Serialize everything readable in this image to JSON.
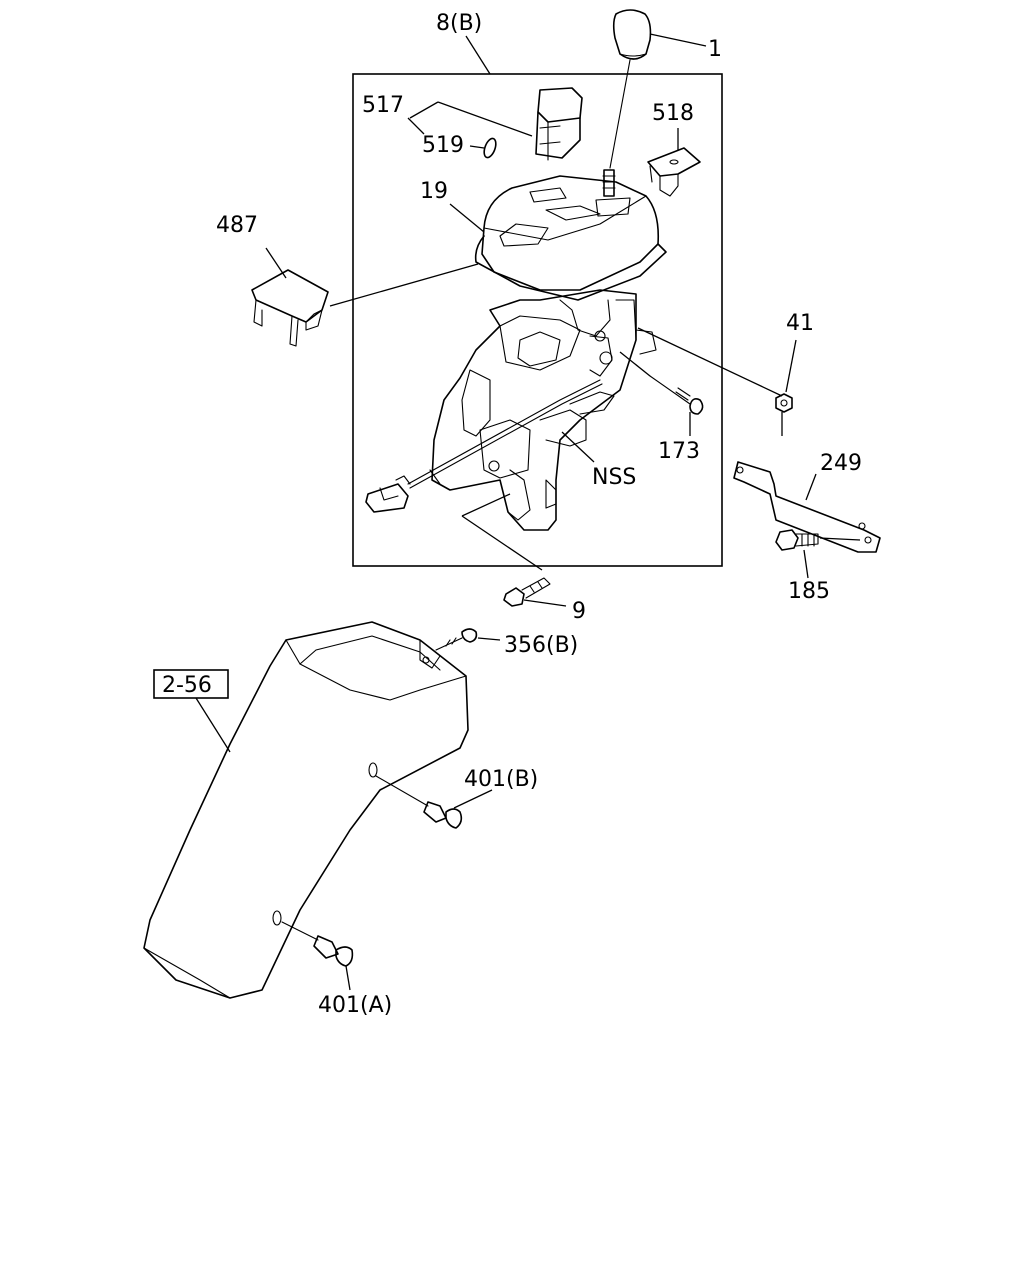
{
  "labels": {
    "assembly": "8(B)",
    "knob": "1",
    "switch_517": "517",
    "switch_519": "519",
    "cover_518": "518",
    "console_19": "19",
    "cap_487": "487",
    "nut_41": "41",
    "screw_173": "173",
    "nss": "NSS",
    "bracket_249": "249",
    "bolt_185": "185",
    "bolt_9": "9",
    "screw_356b": "356(B)",
    "ref_box": "2-56",
    "clip_401b": "401(B)",
    "clip_401a": "401(A)"
  }
}
